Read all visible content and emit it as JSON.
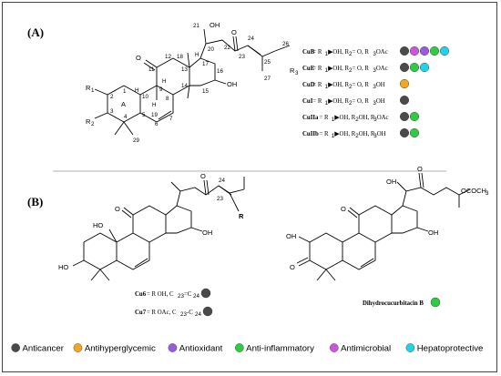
{
  "panel_a": {
    "label": "(A)",
    "atoms": {
      "r1": "R",
      "r1_sub": "1",
      "r2": "R",
      "r2_sub": "2",
      "r3": "R",
      "r3_sub": "3",
      "o11": "O",
      "oh20": "OH",
      "oh16": "OH",
      "o22": "O",
      "h10": "H",
      "h8": "H",
      "h9": "H",
      "h17": "H",
      "ring_a": "A"
    },
    "numbers": {
      "n1": "1",
      "n2": "2",
      "n3": "3",
      "n4": "4",
      "n5": "5",
      "n6": "6",
      "n7": "7",
      "n8": "8",
      "n9": "9",
      "n10": "10",
      "n11": "11",
      "n12": "12",
      "n13": "13",
      "n14": "14",
      "n15": "15",
      "n16": "16",
      "n17": "17",
      "n18": "18",
      "n19": "19",
      "n20": "20",
      "n21": "21",
      "n22": "22",
      "n23": "23",
      "n24": "24",
      "n25": "25",
      "n26": "26",
      "n27": "27",
      "n29": "29"
    },
    "compounds": [
      {
        "name": "CuB",
        "eq": " = R",
        "r1": "1",
        "mid1": "OH, R",
        "r2": "2",
        "mid2": " = O, R",
        "r3": "3",
        "tail": " OAc",
        "dots": [
          "#4a4a4a",
          "#cc55dd",
          "#9b59e0",
          "#2ecc40",
          "#22d3e6"
        ]
      },
      {
        "name": "CuE",
        "eq": " = R",
        "r1": "1",
        "mid1": "OH, R",
        "r2": "2",
        "mid2": " = O, R",
        "r3": "3",
        "tail": " OAc",
        "dots": [
          "#4a4a4a",
          "#2ecc40",
          "#22d3e6"
        ]
      },
      {
        "name": "CuD",
        "eq": " = R",
        "r1": "1",
        "mid1": "OH, R",
        "r2": "2",
        "mid2": " = O, R",
        "r3": "3",
        "tail": " OH",
        "dots": [
          "#f5a623"
        ]
      },
      {
        "name": "CuI",
        "eq": " = R",
        "r1": "1",
        "mid1": "OH, R",
        "r2": "2",
        "mid2": " = O, R",
        "r3": "3",
        "tail": " OH",
        "dots": [
          "#4a4a4a"
        ]
      },
      {
        "name": "CuIIa",
        "eq": " = R",
        "r1": "1",
        "mid1": "OH, R",
        "r2": "2",
        "mid2": "OH, R",
        "r3": "3",
        "tail": " OAc",
        "dots": [
          "#4a4a4a",
          "#2ecc40"
        ]
      },
      {
        "name": "CuIIb",
        "eq": " = R",
        "r1": "1",
        "mid1": "OH, R",
        "r2": "2",
        "mid2": "OH, R",
        "r3": "3",
        "tail": " OH",
        "dots": [
          "#4a4a4a",
          "#2ecc40"
        ]
      }
    ]
  },
  "panel_b": {
    "label": "(B)",
    "left": {
      "atoms": {
        "o_top": "O",
        "ho_side": "HO",
        "o11": "O",
        "oh16": "OH",
        "ho3": "HO",
        "r": "R",
        "n24": "24",
        "n23": "23"
      },
      "cu6": {
        "name": "Cu6",
        "text": " = R OH, C",
        "s1": "23",
        "mid": "=C",
        "s2": "24",
        "dot": "#4a4a4a"
      },
      "cu7": {
        "name": "Cu7",
        "text": " = R OAc, C",
        "s1": "23",
        "mid": "-C",
        "s2": "24",
        "dot": "#4a4a4a"
      }
    },
    "right": {
      "atoms": {
        "oh20": "OH",
        "o22": "O",
        "oac": "OCOCH",
        "oac_sub": "3",
        "o11": "O",
        "oh16": "OH",
        "oh2": "OH",
        "o3": "O"
      },
      "name": "Dihydrocucurbitacin B",
      "dot": "#2ecc40"
    }
  },
  "legend": [
    {
      "label": "Anticancer",
      "color": "#4a4a4a"
    },
    {
      "label": "Antihyperglycemic",
      "color": "#f5a623"
    },
    {
      "label": "Antioxidant",
      "color": "#9b59e0"
    },
    {
      "label": "Anti-inflammatory",
      "color": "#2ecc40"
    },
    {
      "label": "Antimicrobial",
      "color": "#cc55dd"
    },
    {
      "label": "Hepatoprotective",
      "color": "#22d3e6"
    }
  ]
}
